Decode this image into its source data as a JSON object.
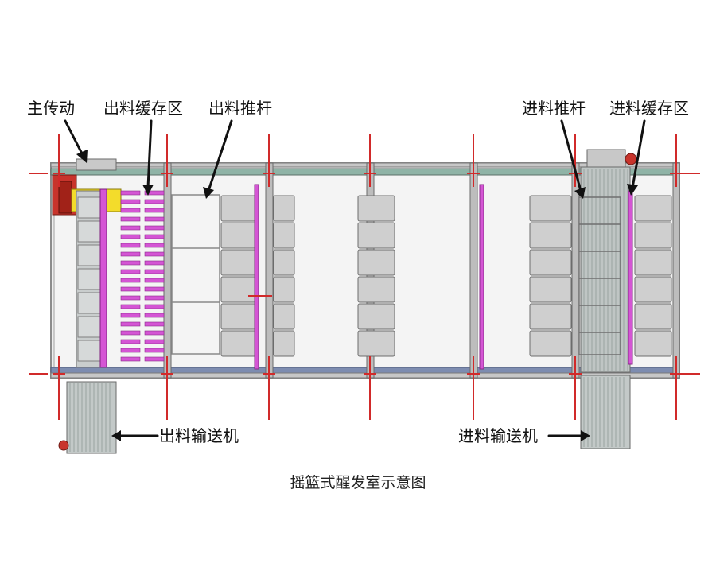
{
  "labels": {
    "main_drive": "主传动",
    "out_buffer": "出料缓存区",
    "out_pusher": "出料推杆",
    "in_pusher": "进料推杆",
    "in_buffer": "进料缓存区",
    "out_conveyor": "出料输送机",
    "in_conveyor": "进料输送机"
  },
  "caption": "摇篮式醒发室示意图",
  "colors": {
    "frame": "#9a9a9a",
    "frame_dark": "#555555",
    "rail_green": "#7fa99a",
    "rail_blue": "#6f7fa6",
    "tray": "#cfcfcf",
    "tray_border": "#6e6e6e",
    "pusher": "#d455d4",
    "post": "#d12a2a",
    "motor_red": "#c8342c",
    "motor_yellow": "#f3dc2b",
    "conveyor": "#bfc5c4",
    "arrow": "#111111"
  }
}
